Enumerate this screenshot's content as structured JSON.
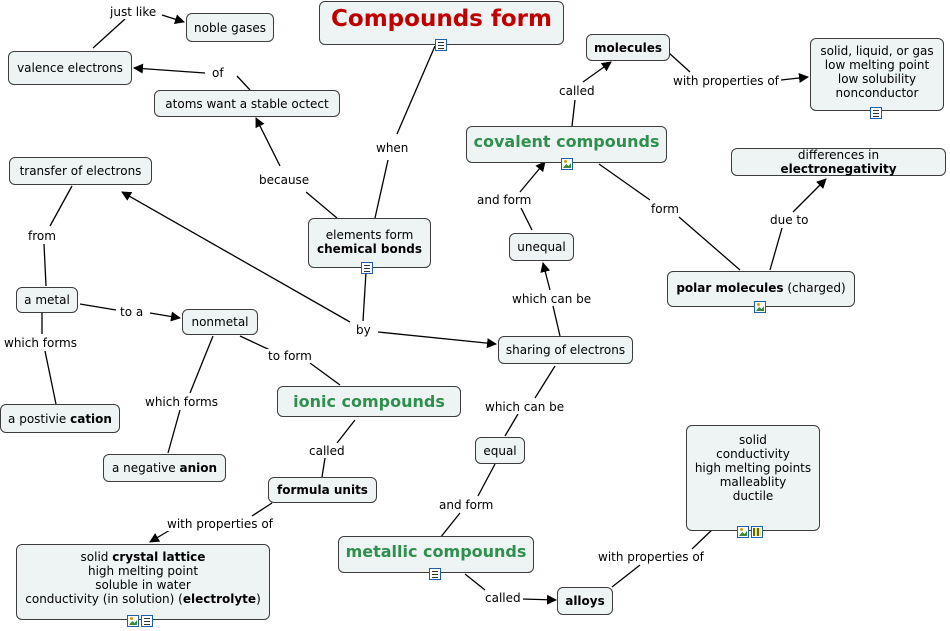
{
  "title": "Compounds form",
  "nodes": {
    "compounds_form": "Compounds form",
    "valence_electrons": "valence electrons",
    "noble_gases": "noble gases",
    "stable_octect": "atoms want a stable octect",
    "transfer_electrons": "transfer of electrons",
    "a_metal": "a metal",
    "cation_pre": "a postivie",
    "cation_b": "cation",
    "nonmetal": "nonmetal",
    "anion_pre": "a negative",
    "anion_b": "anion",
    "chem_bonds_1": "elements form",
    "chem_bonds_2": "chemical bonds",
    "ionic": "ionic compounds",
    "formula_units": "formula units",
    "ionic_props": {
      "l1_pre": "solid",
      "l1_b": "crystal lattice",
      "l2": "high melting point",
      "l3": "soluble in water",
      "l4_pre": "conductivity (in solution) (",
      "l4_b": "electrolyte",
      "l4_post": ")"
    },
    "molecules": "molecules",
    "cov_props": {
      "l1": "solid, liquid, or gas",
      "l2": "low melting point",
      "l3": "low solubility",
      "l4": "nonconductor"
    },
    "covalent": "covalent compounds",
    "electroneg_pre": "differences in",
    "electroneg_b": "electronegativity",
    "unequal": "unequal",
    "polar_b": "polar molecules",
    "polar_post": "(charged)",
    "sharing": "sharing of electrons",
    "equal": "equal",
    "metallic": "metallic compounds",
    "alloys": "alloys",
    "metal_props": {
      "l1": "solid",
      "l2": "conductivity",
      "l3": "high melting points",
      "l4": "malleablity",
      "l5": "ductile"
    }
  },
  "links": {
    "just_like": "just like",
    "of": "of",
    "because": "because",
    "when": "when",
    "from": "from",
    "to_a": "to a",
    "which_forms_1": "which forms",
    "which_forms_2": "which forms",
    "to_form": "to form",
    "by": "by",
    "called_ionic": "called",
    "with_props_ionic": "with properties of",
    "called_cov": "called",
    "with_props_cov": "with properties of",
    "and_form_cov": "and form",
    "form_polar": "form",
    "due_to": "due to",
    "which_can_be_1": "which can be",
    "which_can_be_2": "which can be",
    "and_form_met": "and form",
    "called_alloys": "called",
    "with_props_alloys": "with properties of"
  },
  "icons": {
    "doc": "document-icon",
    "image": "image-icon",
    "video": "video-icon"
  }
}
